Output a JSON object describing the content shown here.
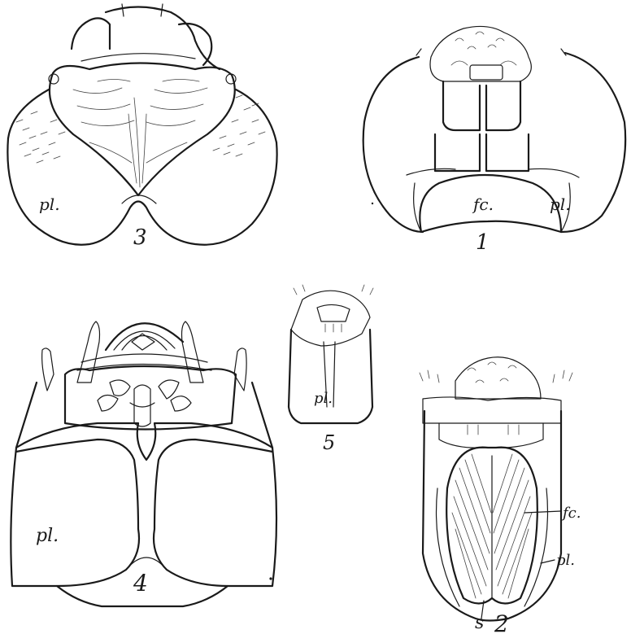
{
  "figures": [
    {
      "number": "1",
      "labels": [
        "fc.",
        "pl."
      ]
    },
    {
      "number": "2",
      "labels": [
        "fc.",
        "pl.",
        "s"
      ]
    },
    {
      "number": "3",
      "labels": [
        "pl."
      ]
    },
    {
      "number": "4",
      "labels": [
        "pl."
      ]
    },
    {
      "number": "5",
      "labels": [
        "pl."
      ]
    }
  ]
}
